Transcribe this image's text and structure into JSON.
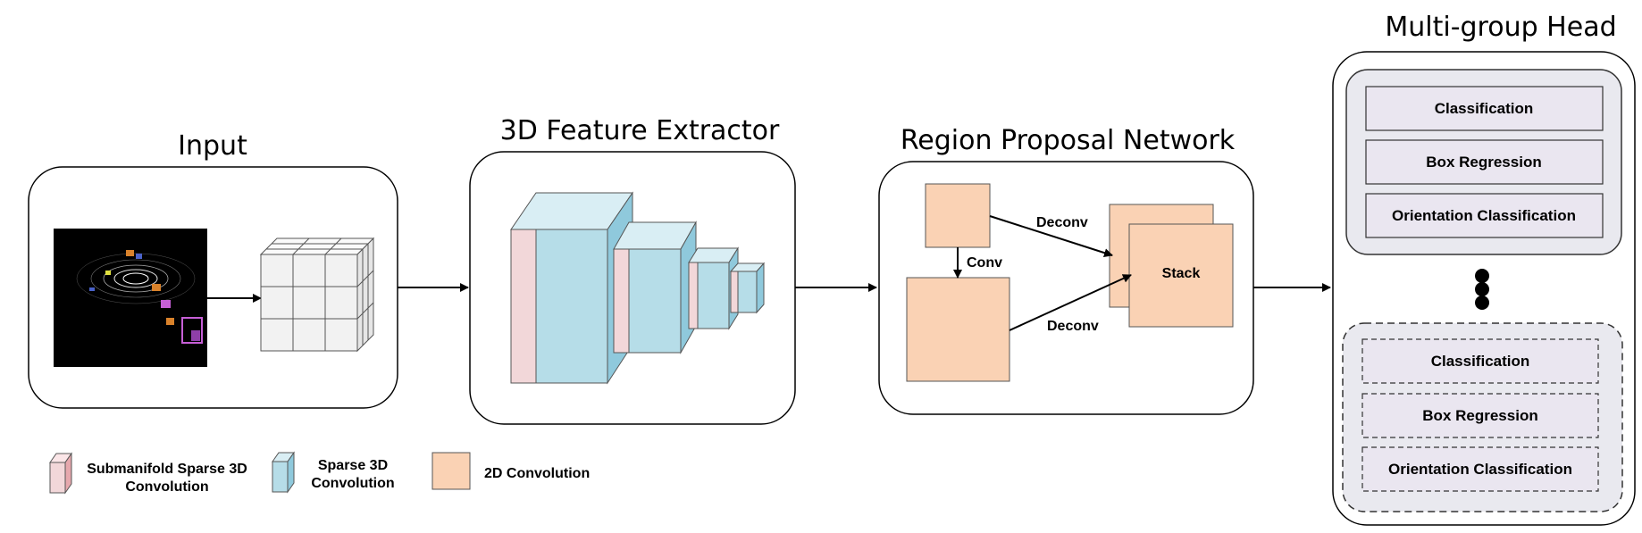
{
  "sections": {
    "input": {
      "title": "Input"
    },
    "extractor": {
      "title": "3D Feature Extractor"
    },
    "rpn": {
      "title": "Region Proposal Network",
      "conv": "Conv",
      "deconv_top": "Deconv",
      "deconv_bottom": "Deconv",
      "stack": "Stack"
    },
    "head": {
      "title": "Multi-group Head",
      "group1": [
        "Classification",
        "Box Regression",
        "Orientation Classification"
      ],
      "group2": [
        "Classification",
        "Box Regression",
        "Orientation Classification"
      ]
    }
  },
  "legend": {
    "submanifold_line1": "Submanifold Sparse 3D",
    "submanifold_line2": "Convolution",
    "sparse_line1": "Sparse 3D",
    "sparse_line2": "Convolution",
    "conv2d": "2D Convolution"
  },
  "colors": {
    "pink": "#f2d7d9",
    "blue": "#b6dde8",
    "blue_dark": "#8fc9dc",
    "peach": "#fad2b4",
    "lavender": "#eae6f0",
    "group_fill": "#e9e9ef"
  }
}
